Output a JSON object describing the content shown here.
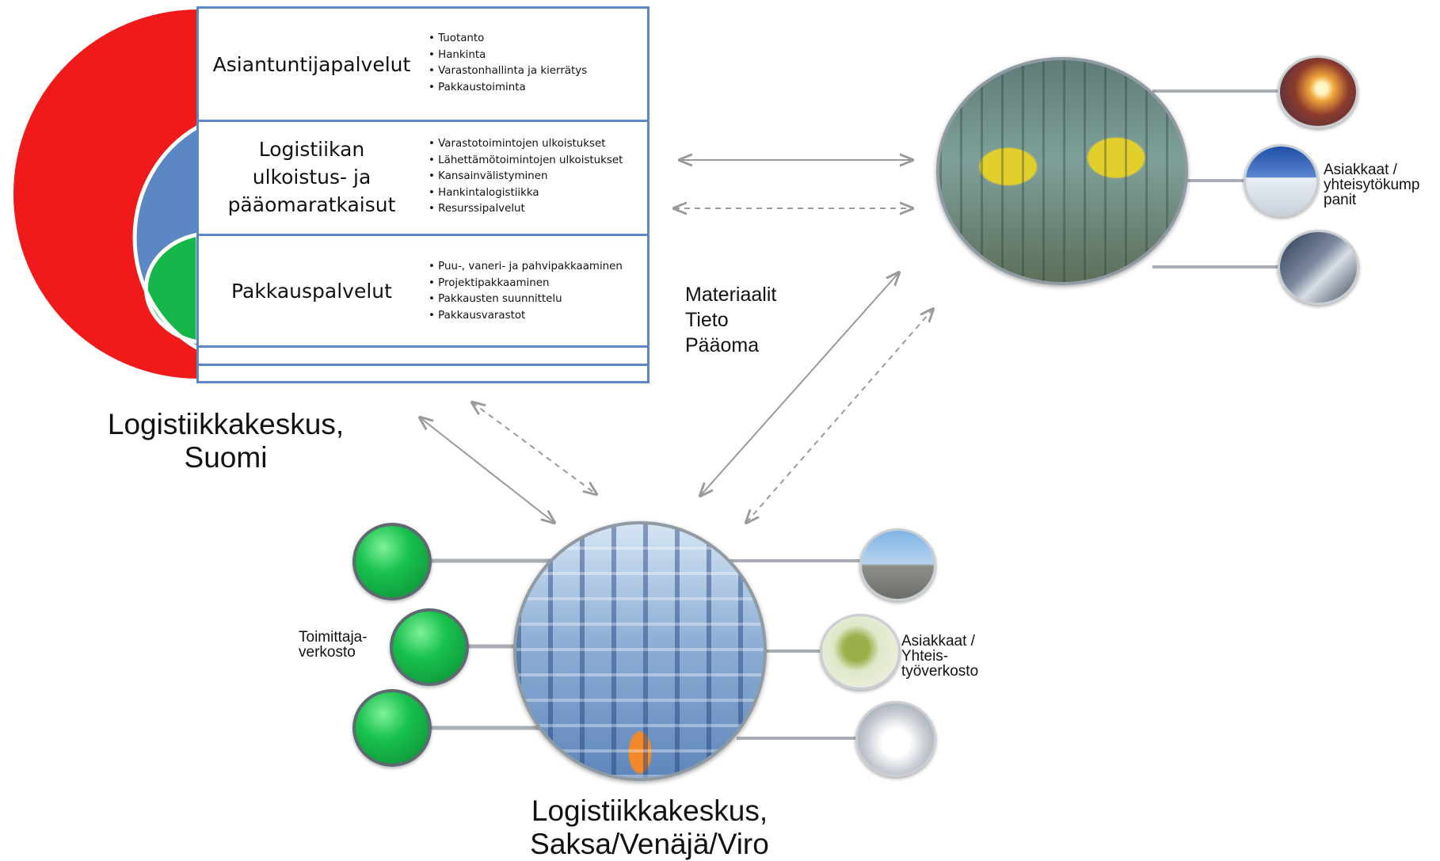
{
  "finland": {
    "services": [
      {
        "title": "Asiantuntijapalvelut",
        "items": [
          "Tuotanto",
          "Hankinta",
          "Varastonhallinta ja kierrätys",
          "Pakkaustoiminta"
        ]
      },
      {
        "title": "Logistiikan ulkoistus- ja pääomaratkaisut",
        "title_lines": [
          "Logistiikan",
          "ulkoistus- ja",
          "pääomaratkaisut"
        ],
        "items": [
          "Varastotoimintojen ulkoistukset",
          "Lähettämötoimintojen ulkoistukset",
          "Kansainvälistyminen",
          "Hankintalogistiikka",
          "Resurssipalvelut"
        ]
      },
      {
        "title": "Pakkauspalvelut",
        "items": [
          "Puu-, vaneri- ja pahvipakkaaminen",
          "Projektipakkaaminen",
          "Pakkausten suunnittelu",
          "Pakkausvarastot"
        ]
      }
    ],
    "label_lines": [
      "Logistiikkakeskus,",
      "Suomi"
    ]
  },
  "flow_label_lines": [
    "Materiaalit",
    "Tieto",
    "Pääoma"
  ],
  "partner_hub": {
    "photo": "industrial-robots-photo",
    "satellites": [
      "welding-photo",
      "warehouse-building-photo",
      "industrial-machinery-photo"
    ],
    "label_lines": [
      "Asiakkaat /",
      "yhteisytökump",
      "panit"
    ]
  },
  "regional_hub": {
    "photo": "warehouse-forklift-photo",
    "supplier_label_lines": [
      "Toimittaja-",
      "verkosto"
    ],
    "customer_satellites": [
      "truck-photo",
      "business-people-photo",
      "meeting-photo"
    ],
    "customer_label_lines": [
      "Asiakkaat /",
      "Yhteis-",
      "työverkosto"
    ],
    "label_lines": [
      "Logistiikkakeskus,",
      "Saksa/Venäjä/Viro"
    ]
  },
  "colors": {
    "outer_arc": "#f01a1a",
    "middle_arc": "#5b87c4",
    "inner_arc": "#16b74a",
    "box_border": "#5b87c4",
    "connector_gray": "#a8aeb3",
    "arrow_gray": "#9a9a9a"
  }
}
